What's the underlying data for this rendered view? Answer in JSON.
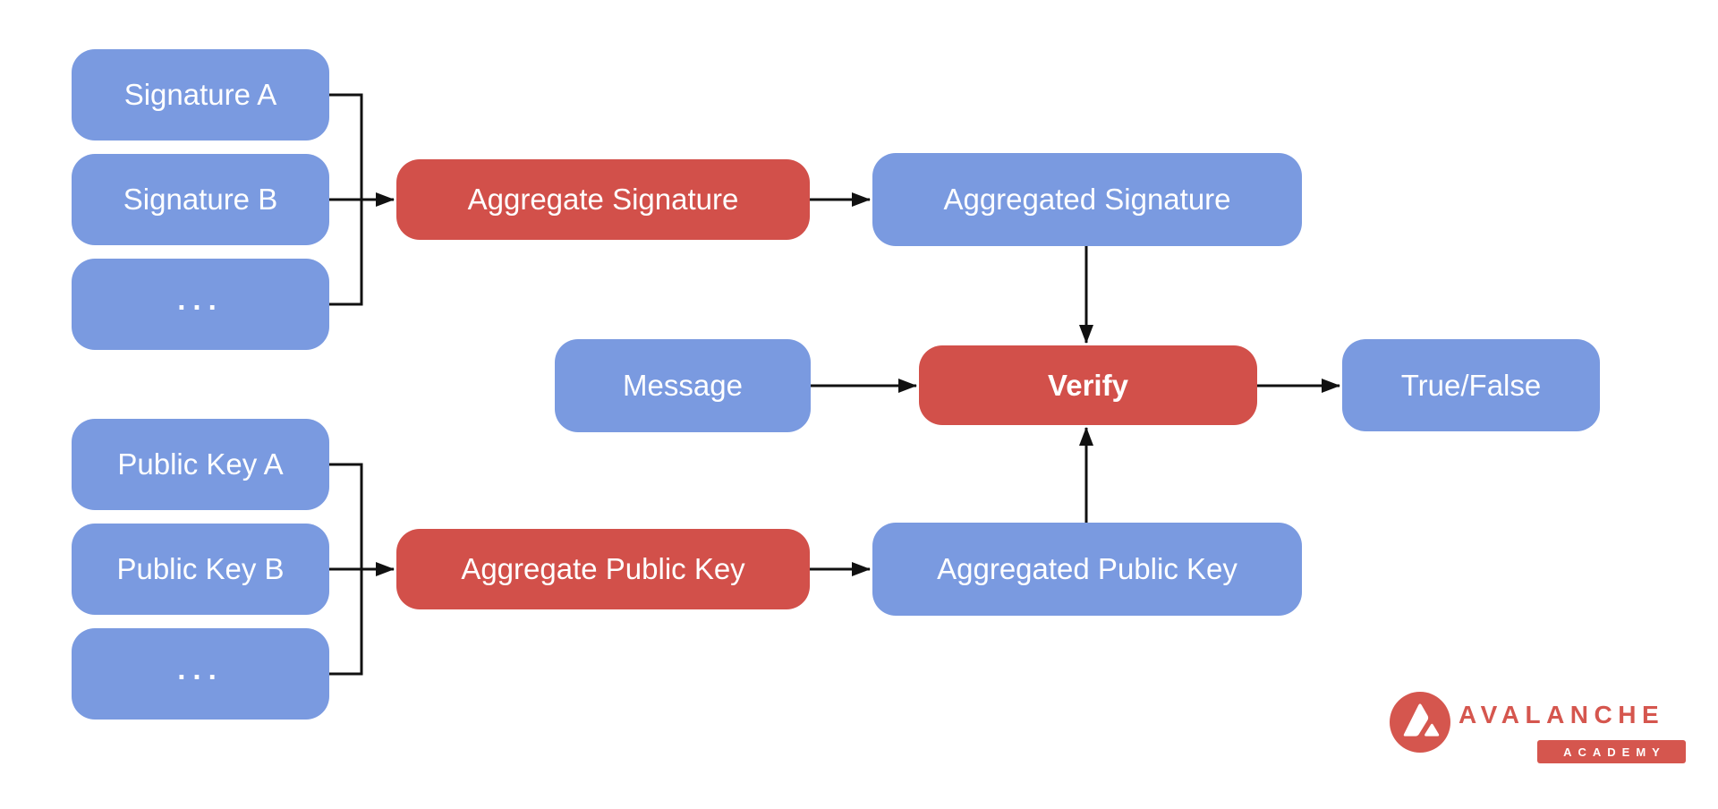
{
  "diagram": {
    "title_semantic": "BLS signature aggregation and verification flow",
    "nodes": {
      "sig_a": "Signature A",
      "sig_b": "Signature B",
      "sig_more": "...",
      "pk_a": "Public Key A",
      "pk_b": "Public Key B",
      "pk_more": "...",
      "agg_sig_op": "Aggregate Signature",
      "agg_sig": "Aggregated Signature",
      "agg_pk_op": "Aggregate Public Key",
      "agg_pk": "Aggregated Public Key",
      "message": "Message",
      "verify": "Verify",
      "true_false": "True/False"
    },
    "edges": [
      "Signature A + Signature B + ... -> Aggregate Signature",
      "Aggregate Signature -> Aggregated Signature",
      "Aggregated Signature -> Verify",
      "Public Key A + Public Key B + ... -> Aggregate Public Key",
      "Aggregate Public Key -> Aggregated Public Key",
      "Aggregated Public Key -> Verify",
      "Message -> Verify",
      "Verify -> True/False"
    ],
    "colors": {
      "input_box": "#7A9AE0",
      "operation_box": "#D2504A",
      "arrow": "#111111",
      "text": "#ffffff",
      "background": "#ffffff"
    }
  },
  "logo": {
    "brand": "AVALANCHE",
    "badge": "ACADEMY",
    "color": "#D5564E"
  }
}
